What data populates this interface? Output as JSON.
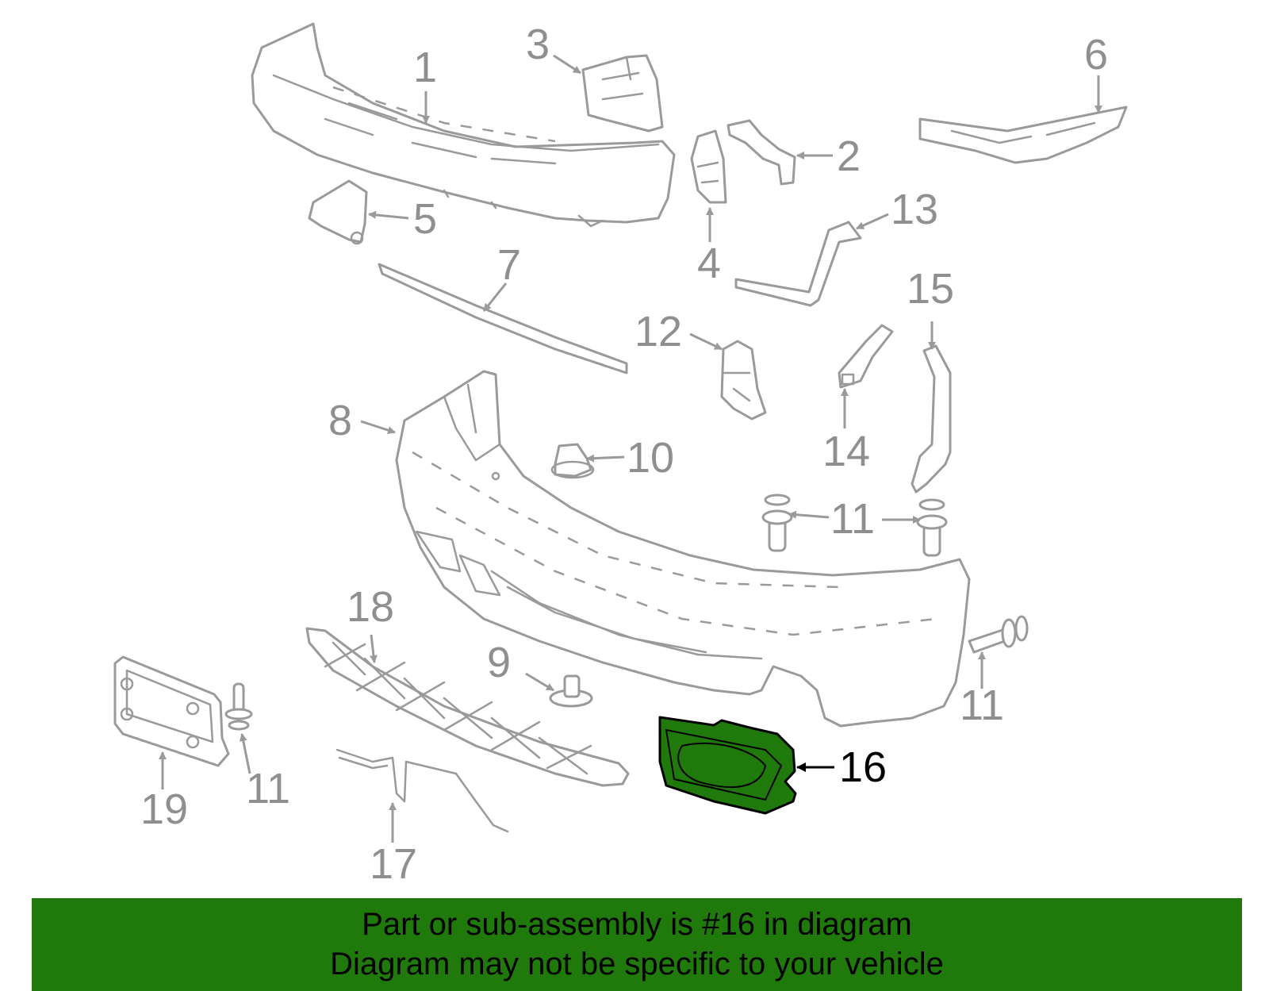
{
  "callouts": {
    "c1": "1",
    "c2": "2",
    "c3": "3",
    "c4": "4",
    "c5": "5",
    "c6": "6",
    "c7": "7",
    "c8": "8",
    "c9": "9",
    "c10": "10",
    "c11a": "11",
    "c11b": "11",
    "c11c": "11",
    "c11d": "11",
    "c12": "12",
    "c13": "13",
    "c14": "14",
    "c15": "15",
    "c16": "16",
    "c17": "17",
    "c18": "18",
    "c19": "19"
  },
  "highlighted_part": "16",
  "colors": {
    "highlight": "#1f7a0b",
    "line_art": "#9a9a9a",
    "banner": "#1f7a0b"
  },
  "banner": {
    "line1": "Part or sub-assembly is #16 in diagram",
    "line2": "Diagram may not be specific to your vehicle"
  }
}
